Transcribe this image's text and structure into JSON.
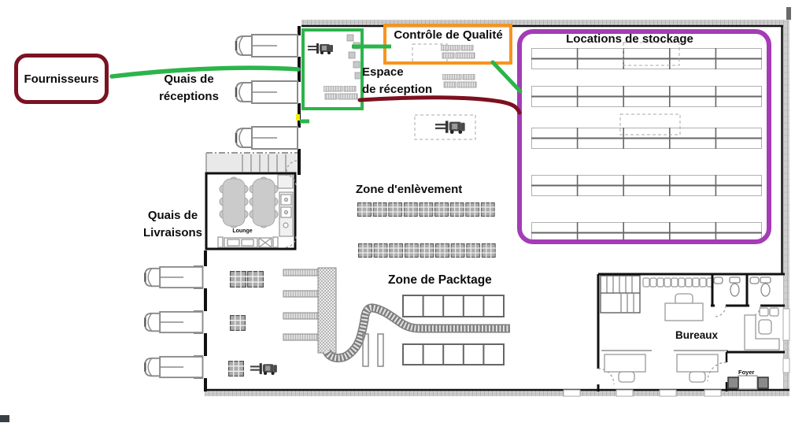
{
  "page": {
    "type": "warehouse floor plan diagram",
    "background": "#ffffff"
  },
  "labels": {
    "fournisseurs": "Fournisseurs",
    "quais_receptions_line1": "Quais de",
    "quais_receptions_line2": "réceptions",
    "espace_reception_line1": "Espace",
    "espace_reception_line2": "de réception",
    "controle_qualite": "Contrôle de Qualité",
    "locations_stockage": "Locations de stockage",
    "zone_enlevement": "Zone d'enlèvement",
    "quais_livraisons_line1": "Quais de",
    "quais_livraisons_line2": "Livraisons",
    "zone_packtage": "Zone de Packtage",
    "bureaux": "Bureaux",
    "lounge": "Lounge",
    "foyer": "Foyer"
  },
  "colors": {
    "supplier_box_border": "#7A1222",
    "reception_box_border": "#2CB44C",
    "quality_box_border": "#F7941D",
    "storage_box_border": "#A43CB5",
    "flow_green": "#2BB44A",
    "flow_dark_red": "#7D0F1F",
    "highlight_yellow": "#EFF200"
  },
  "structure": {
    "reception_trucks": 3,
    "delivery_trucks": 3,
    "storage_rack_rows": 5,
    "storage_rack_columns": 5,
    "pickup_pallet_rows": 2,
    "pickup_pallets_per_row": 9,
    "packing_table_rows": 2,
    "packing_tables_per_row": 5
  }
}
